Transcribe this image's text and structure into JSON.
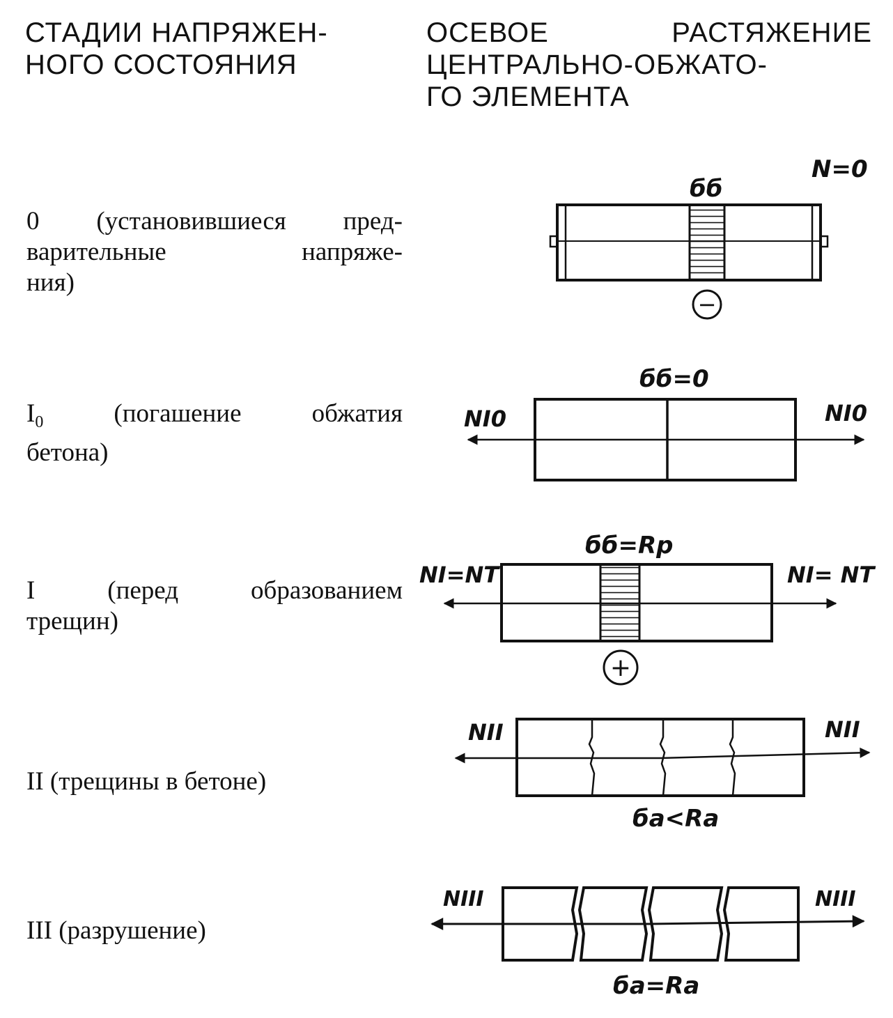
{
  "left_heading": [
    "СТАДИИ НАПРЯЖЕН-",
    "НОГО СОСТОЯНИЯ"
  ],
  "right_heading": [
    "ОСЕВОЕ РАСТЯЖЕНИЕ",
    "ЦЕНТРАЛЬНО-ОБЖАТО-",
    "ГО ЭЛЕМЕНТА"
  ],
  "stages": [
    {
      "label_lines": [
        "0 (установившиеся пред-",
        "варительные напряже-",
        "ния)"
      ],
      "diagram": {
        "stress_label": "бб",
        "force_label": "N=0",
        "sign": "−"
      }
    },
    {
      "label_lines": [
        "бетона)"
      ],
      "label_main": "I",
      "label_sub": "0",
      "label_rest": " (погашение обжатия",
      "diagram": {
        "stress_label": "бб=0",
        "force_left": "NI0",
        "force_right": "NI0"
      }
    },
    {
      "label_lines": [
        "I (перед образованием",
        "трещин)"
      ],
      "diagram": {
        "stress_label": "бб=Rp",
        "force_left": "NI=NT",
        "force_right": "NI= NT",
        "sign": "+"
      }
    },
    {
      "label_lines": [
        "II (трещины в бетоне)"
      ],
      "diagram": {
        "stress_label": "бa<Ra",
        "force_left": "NII",
        "force_right": "NII"
      }
    },
    {
      "label_lines": [
        "III (разрушение)"
      ],
      "diagram": {
        "stress_label": "бa=Ra",
        "force_left": "NIII",
        "force_right": "NIII"
      }
    }
  ]
}
